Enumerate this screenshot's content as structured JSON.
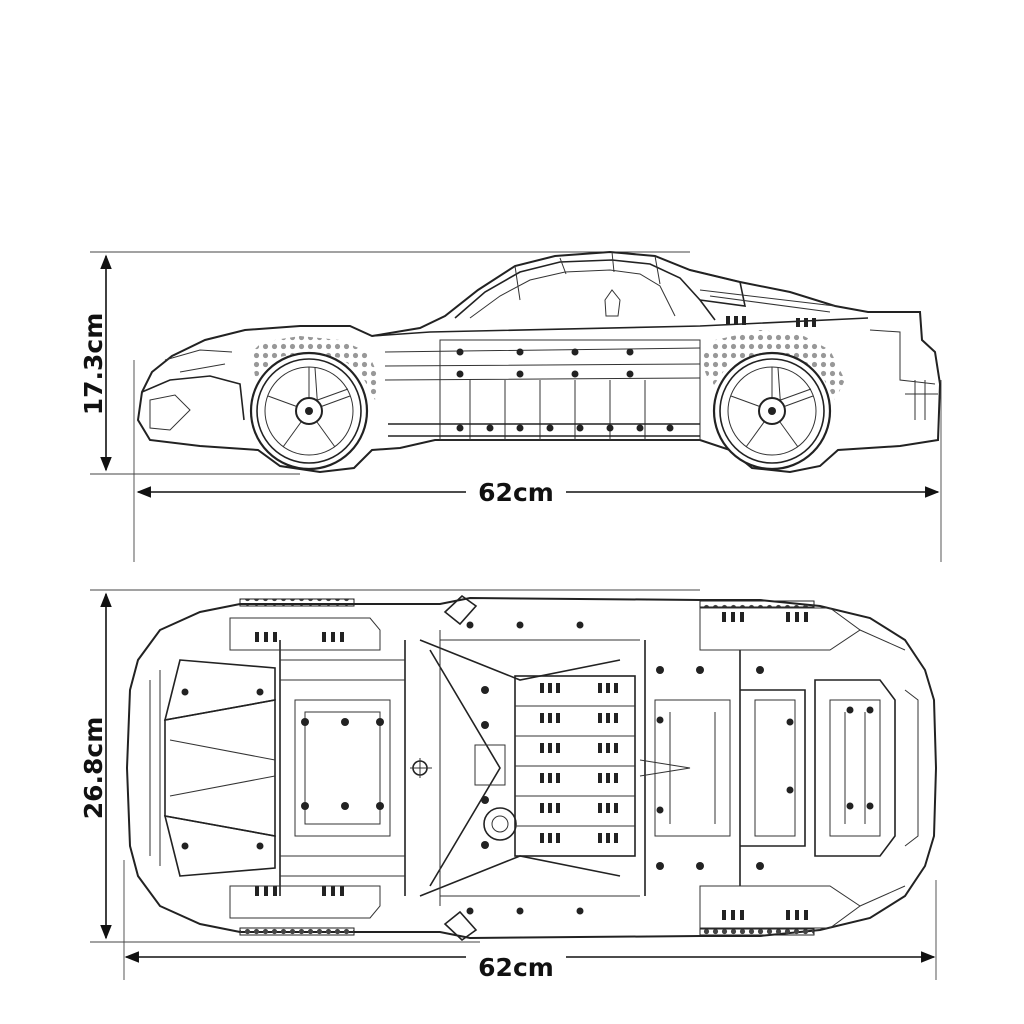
{
  "dimensions": {
    "side_view": {
      "height_label": "17.3cm",
      "length_label": "62cm"
    },
    "top_view": {
      "width_label": "26.8cm",
      "length_label": "62cm"
    }
  }
}
